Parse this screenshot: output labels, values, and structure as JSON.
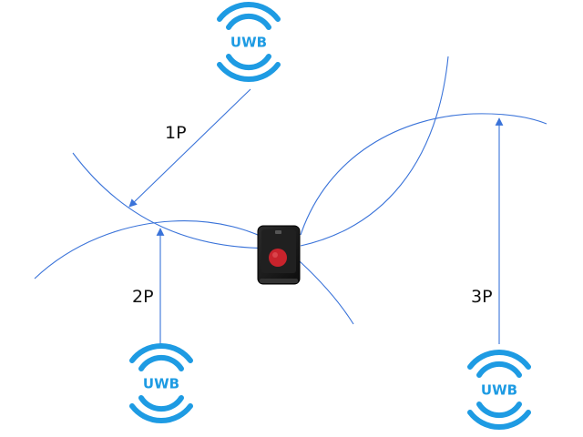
{
  "colors": {
    "uwb_blue": "#1e9be3",
    "line_blue": "#3a73d9",
    "device_body": "#1a1a1a",
    "device_button": "#c8232c"
  },
  "anchors": [
    {
      "id": "top",
      "label": "UWB"
    },
    {
      "id": "bottom-left",
      "label": "UWB"
    },
    {
      "id": "bottom-right",
      "label": "UWB"
    }
  ],
  "paths": [
    {
      "id": "1p",
      "label": "1P"
    },
    {
      "id": "2p",
      "label": "2P"
    },
    {
      "id": "3p",
      "label": "3P"
    }
  ],
  "device": {
    "icon": "uwb-tag-device-icon"
  }
}
